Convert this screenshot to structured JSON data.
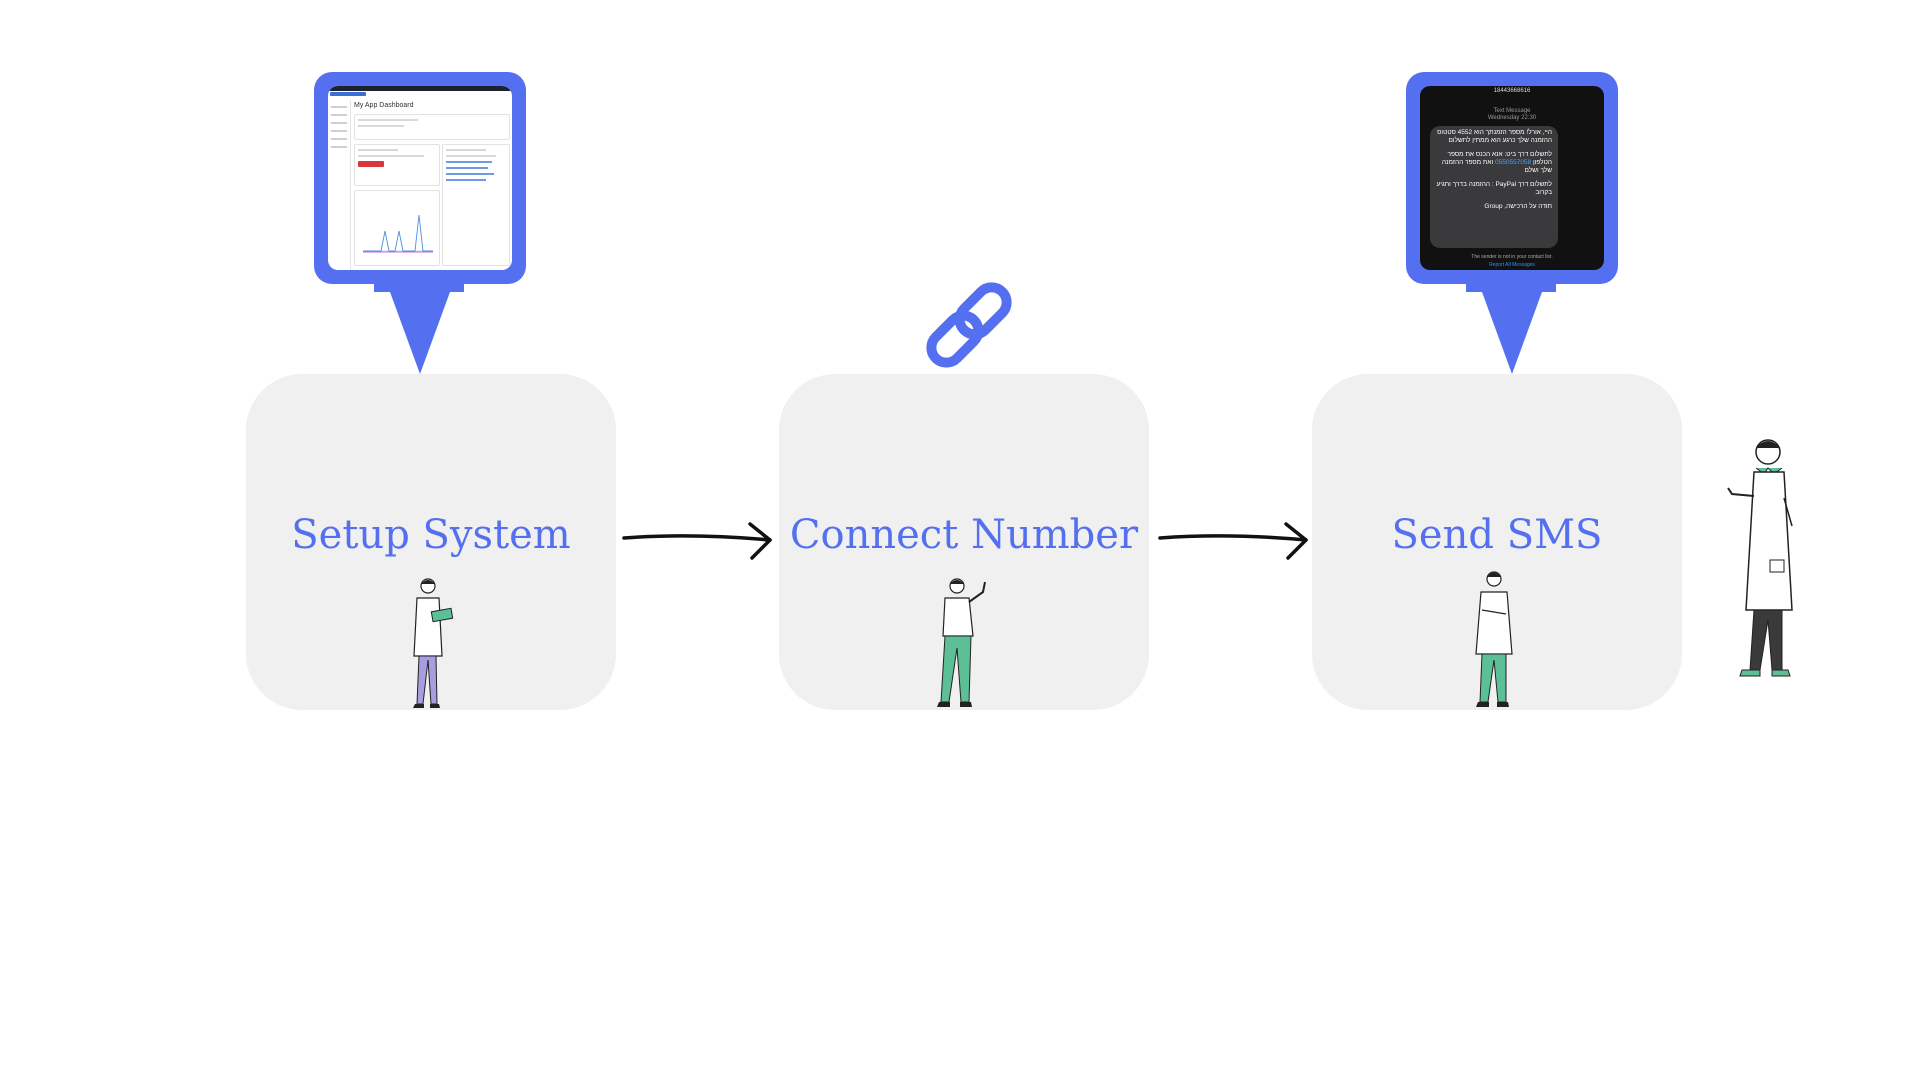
{
  "steps": [
    {
      "label": "Setup System"
    },
    {
      "label": "Connect Number"
    },
    {
      "label": "Send SMS"
    }
  ],
  "colors": {
    "accent": "#5470f0",
    "box": "#f0f0f0",
    "arrow": "#111111",
    "scrub_teal": "#5dbf95",
    "scrub_purple": "#a99ce0"
  },
  "icons": [
    "link-icon",
    "flow-arrow",
    "dashboard-screenshot",
    "sms-screenshot",
    "doctor-illustration"
  ],
  "dashboard": {
    "title": "My App Dashboard"
  },
  "sms": {
    "number": "18443668616",
    "header_line1": "Text Message",
    "header_line2": "Wednesday 22:30",
    "p1": "היי, אורל! מספר הזמנתך הוא 4552 סטטוס ההזמנה שלך כרגע הוא ממתין לתשלום",
    "p2_pre": "לתשלום דרך ביט: אנא הכנס את מספר הטלפון",
    "p2_link": "0550557058",
    "p2_post": "ואת מספר ההזמנה שלך ושלם",
    "p3": "לתשלום דרך PayPal : ההזמנה בדרך ותגיע בקרוב",
    "p4": "תודה על הרכישה, Group",
    "footer": "The sender is not in your contact list.",
    "report": "Report All Messages"
  }
}
